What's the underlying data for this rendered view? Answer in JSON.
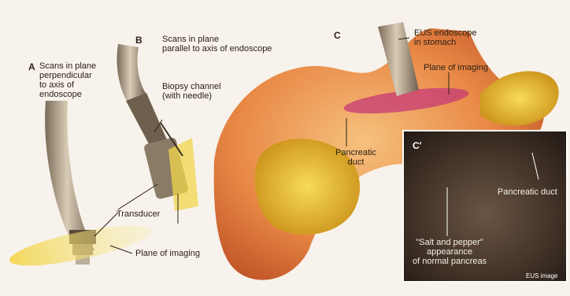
{
  "panel_a": {
    "letter": "A",
    "caption": "Scans in plane\nperpendicular\nto axis of\nendoscope"
  },
  "panel_b": {
    "letter": "B",
    "caption": "Scans in plane\nparallel to  axis of endoscope",
    "biopsy_label": "Biopsy channel\n(with needle)"
  },
  "panel_c": {
    "letter": "C",
    "scope_label": "EUS endoscope\nin stomach",
    "plane_label": "Plane of imaging",
    "duct_label": "Pancreatic\nduct"
  },
  "shared_labels": {
    "transducer": "Transducer",
    "plane_of_imaging": "Plane of imaging"
  },
  "panel_c_prime": {
    "letter": "C'",
    "duct_label": "Pancreatic duct",
    "salt_pepper_label": "\"Salt and pepper\"\nappearance\nof normal pancreas",
    "image_caption": "EUS image"
  },
  "colors": {
    "background": "#f7f2eb",
    "stomach": "#e07a3c",
    "pancreas": "#e8b92a",
    "imaging_plane": "#e5c13a",
    "eus_image": "#3a2c22"
  }
}
